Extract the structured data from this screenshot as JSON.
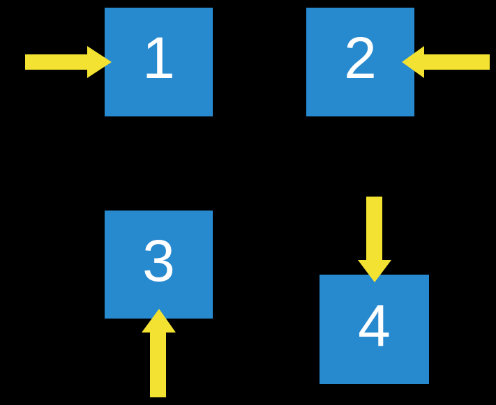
{
  "diagram": {
    "background_color": "#000000",
    "box_color": "#2789CE",
    "arrow_color": "#F3E231",
    "number_color": "#FFFFFF",
    "boxes": [
      {
        "label": "1",
        "arrow_direction": "right",
        "arrow_touches": "left-edge"
      },
      {
        "label": "2",
        "arrow_direction": "left",
        "arrow_touches": "right-edge"
      },
      {
        "label": "3",
        "arrow_direction": "up",
        "arrow_touches": "bottom-edge"
      },
      {
        "label": "4",
        "arrow_direction": "down",
        "arrow_touches": "top-edge"
      }
    ]
  }
}
